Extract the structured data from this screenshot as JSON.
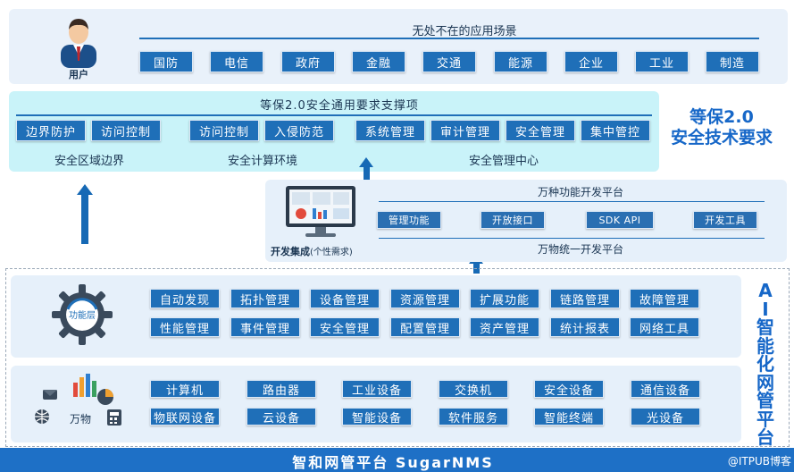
{
  "scenarios": {
    "title": "无处不在的应用场景",
    "items": [
      "国防",
      "电信",
      "政府",
      "金融",
      "交通",
      "能源",
      "企业",
      "工业",
      "制造"
    ],
    "user_label": "用户"
  },
  "dengbao": {
    "title": "等保2.0安全通用要求支撑项",
    "side_title_line1": "等保2.0",
    "side_title_line2": "安全技术要求",
    "groups": [
      {
        "name": "安全区域边界",
        "items": [
          "边界防护",
          "访问控制"
        ]
      },
      {
        "name": "安全计算环境",
        "items": [
          "访问控制",
          "入侵防范"
        ]
      },
      {
        "name": "安全管理中心",
        "items": [
          "系统管理",
          "审计管理",
          "安全管理",
          "集中管控"
        ]
      }
    ]
  },
  "dev": {
    "top_label": "万种功能开发平台",
    "bottom_label": "万物统一开发平台",
    "items": [
      "管理功能",
      "开放接口",
      "SDK API",
      "开发工具"
    ],
    "caption_bold": "开发集成",
    "caption_rest": "(个性需求)"
  },
  "functions": {
    "gear_label": "功能层",
    "row1": [
      "自动发现",
      "拓扑管理",
      "设备管理",
      "资源管理",
      "扩展功能",
      "链路管理",
      "故障管理"
    ],
    "row2": [
      "性能管理",
      "事件管理",
      "安全管理",
      "配置管理",
      "资产管理",
      "统计报表",
      "网络工具"
    ]
  },
  "things": {
    "label": "万物",
    "row1": [
      "计算机",
      "路由器",
      "工业设备",
      "交换机",
      "安全设备",
      "通信设备"
    ],
    "row2": [
      "物联网设备",
      "云设备",
      "智能设备",
      "软件服务",
      "智能终端",
      "光设备"
    ]
  },
  "ai_title": [
    "A",
    "I",
    "智",
    "能",
    "化",
    "网",
    "管",
    "平",
    "台"
  ],
  "footer": {
    "title": "智和网管平台 SugarNMS",
    "watermark": "@ITPUB博客"
  },
  "colors": {
    "button_blue": "#1f6fb8",
    "panel_light": "#e8f1fb",
    "panel_cyan": "#c9f4fa",
    "footer_blue": "#1e70c6",
    "accent_title": "#1667c8"
  }
}
